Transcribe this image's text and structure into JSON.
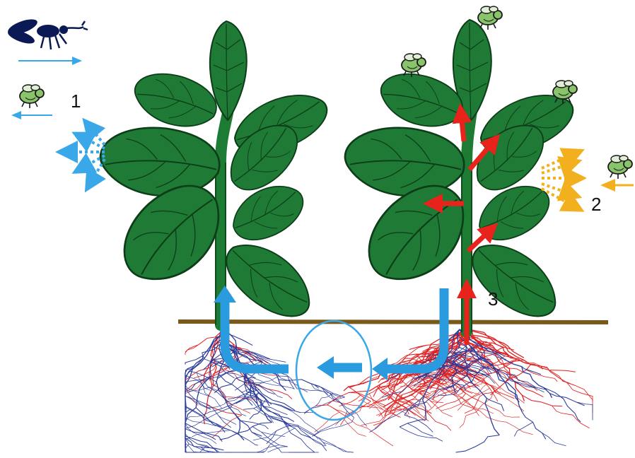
{
  "labels": {
    "one": "1",
    "two": "2",
    "three": "3"
  },
  "colors": {
    "leaf": "#1f7a35",
    "leaf_dark": "#145c26",
    "leaf_vein": "#0d3d18",
    "stem": "#1e7b34",
    "soil_line": "#7a5a1a",
    "roots_red": "#e02020",
    "roots_blue": "#2a3a9a",
    "flow_blue": "#2b9be0",
    "signal_blue": "#39a7e8",
    "signal_orange": "#f2b01e",
    "transport_red": "#e8231b",
    "herbivore": "#8ac46a",
    "wasp": "#0b1a55"
  },
  "icons": {
    "parasitoid_wasp": "wasp-icon",
    "herbivore_insect": "herbivore-insect-icon"
  }
}
